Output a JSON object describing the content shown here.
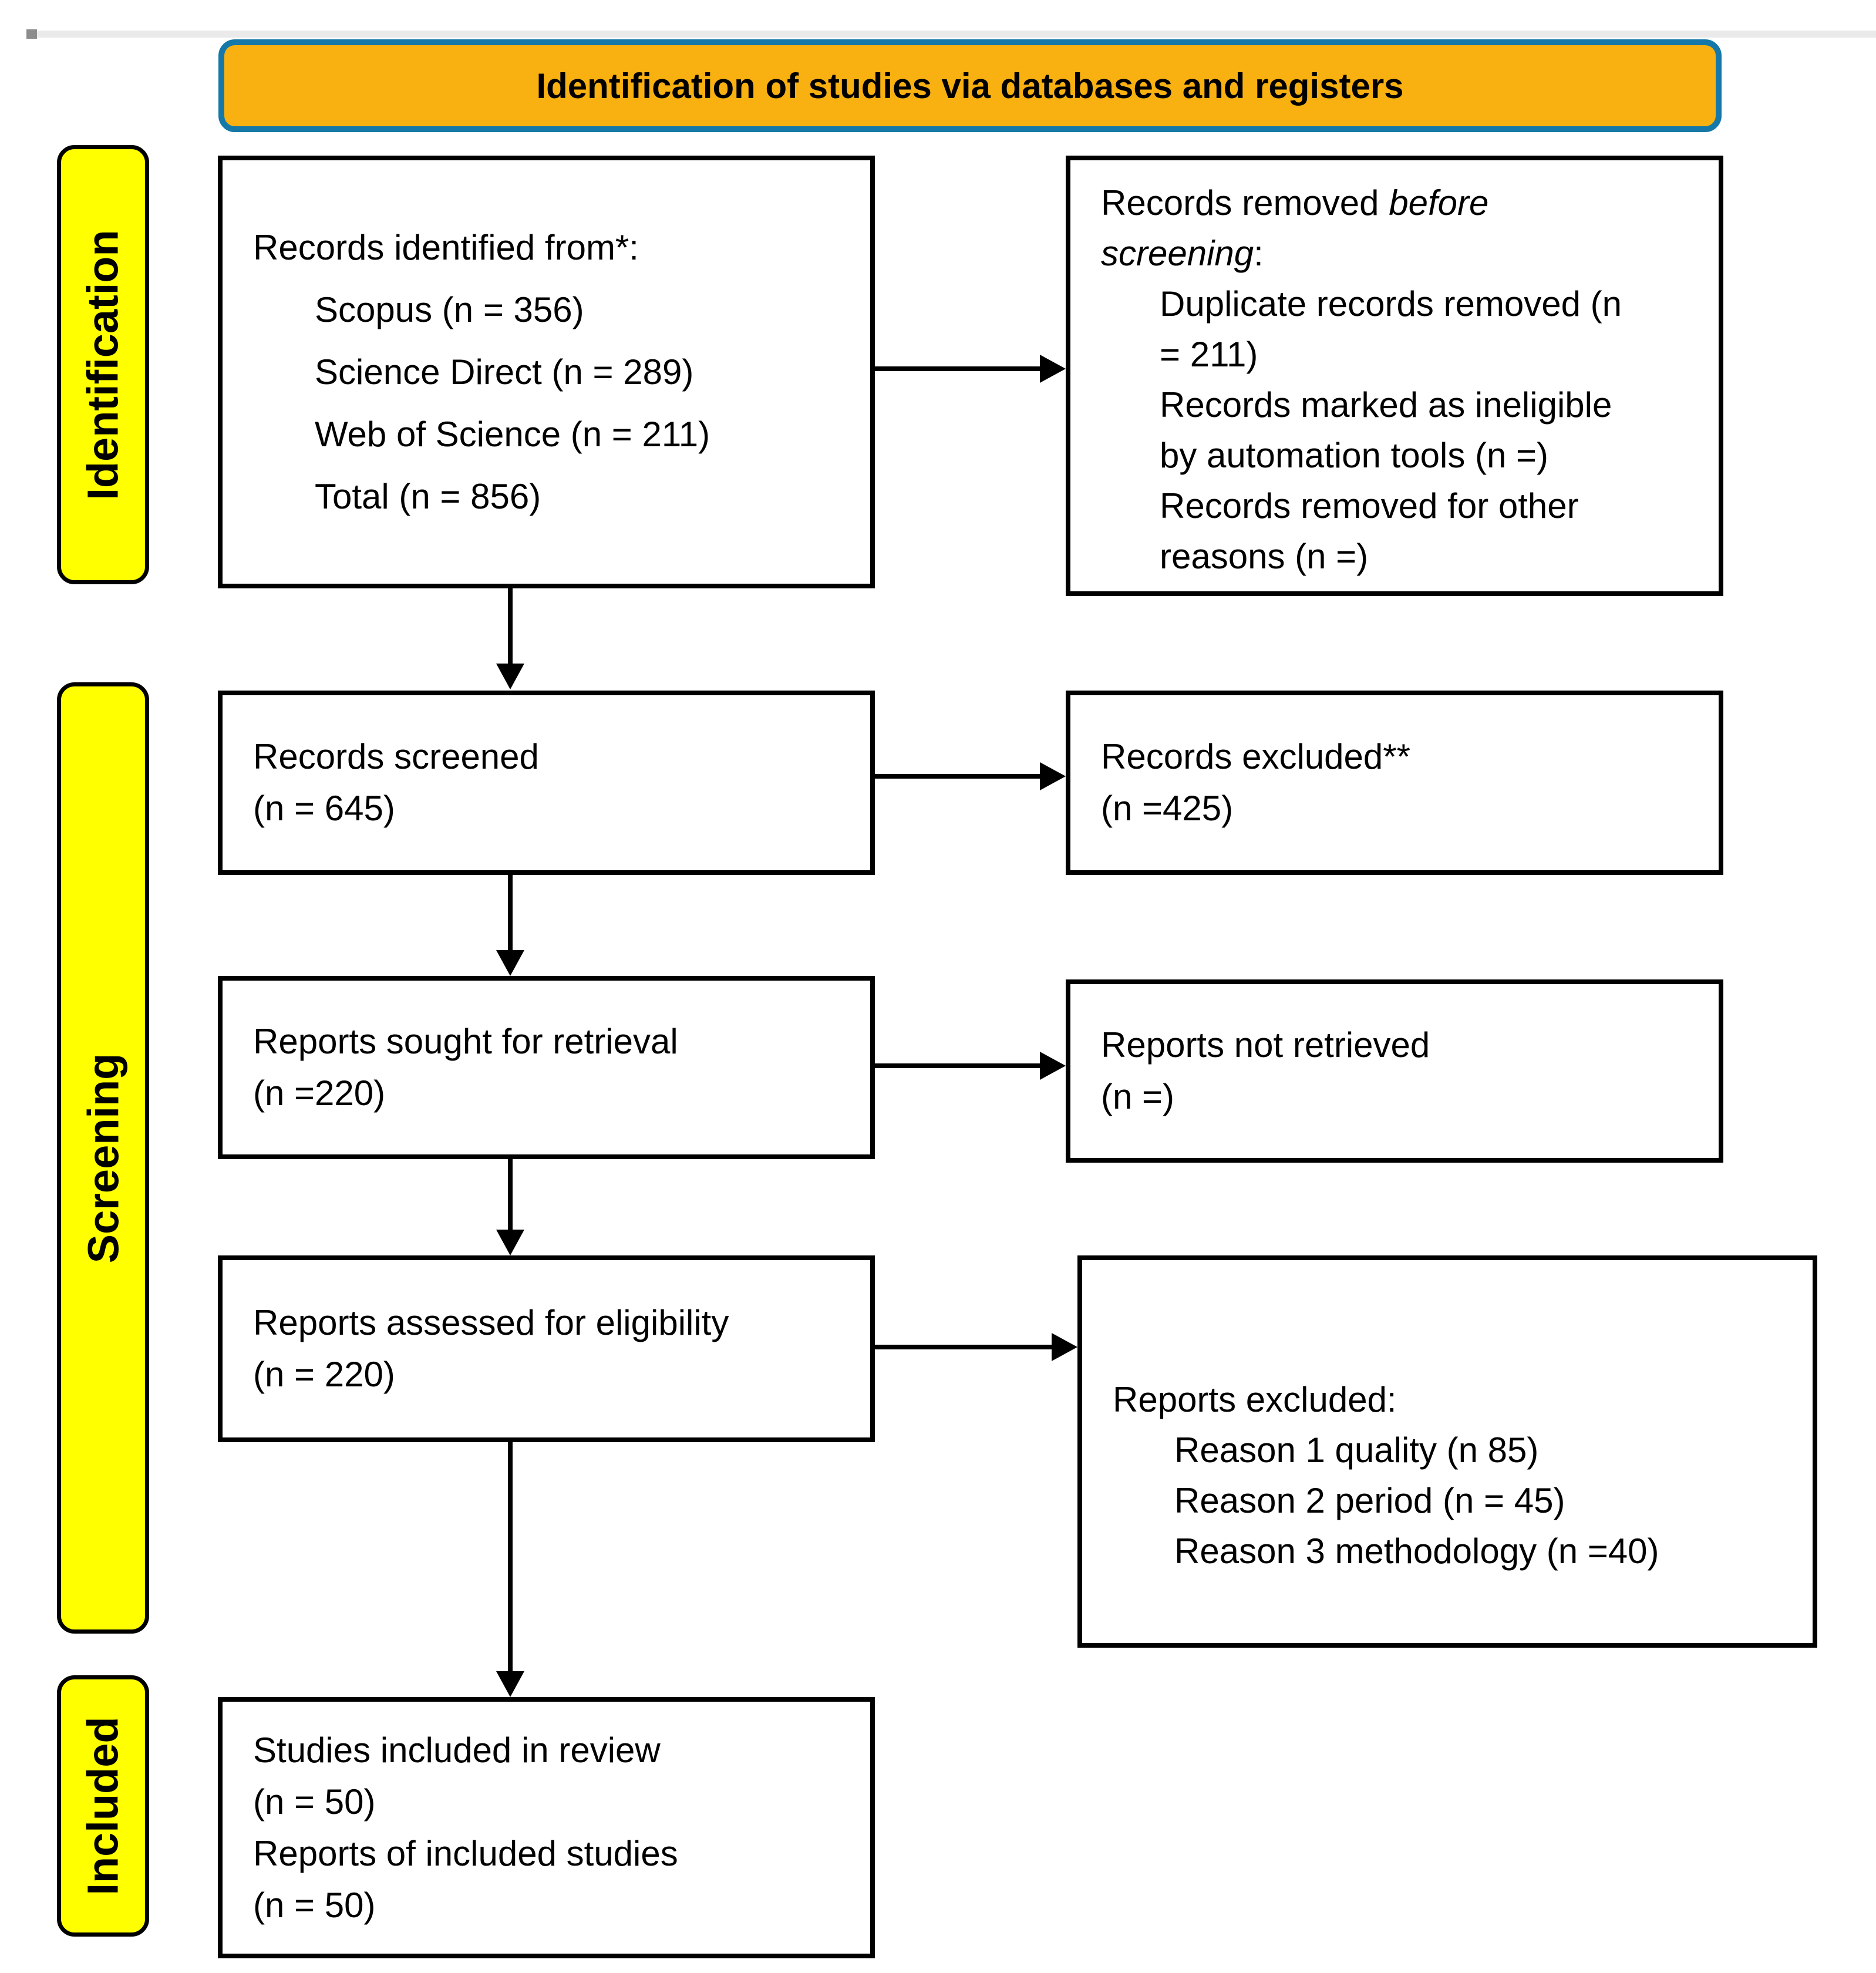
{
  "title_banner": {
    "label": "Identification of studies via databases and registers"
  },
  "stages": [
    {
      "label": "Identification"
    },
    {
      "label": "Screening"
    },
    {
      "label": "Included"
    }
  ],
  "boxes": {
    "records_identified": {
      "title": "Records identified from*:",
      "items": [
        "Scopus (n = 356)",
        "Science Direct (n = 289)",
        "Web of Science (n = 211)",
        "Total (n = 856)"
      ]
    },
    "records_removed": {
      "title_prefix": "Records removed ",
      "title_italic": "before\nscreening",
      "title_suffix": ":",
      "items": [
        "Duplicate records removed (n\n= 211)",
        "Records marked as ineligible\nby automation tools (n =)",
        "Records removed for other\nreasons (n =)"
      ]
    },
    "records_screened": {
      "text": "Records screened\n(n = 645)"
    },
    "records_excluded": {
      "text": "Records excluded**\n(n =425)"
    },
    "reports_sought": {
      "text": "Reports sought for retrieval\n(n =220)"
    },
    "reports_not_retrieved": {
      "text": "Reports not retrieved\n(n =)"
    },
    "reports_assessed": {
      "text": "Reports assessed for eligibility\n(n = 220)"
    },
    "reports_excluded": {
      "title": "Reports excluded:",
      "items": [
        "Reason 1 quality (n 85)",
        "Reason 2 period (n = 45)",
        "Reason 3 methodology (n =40)"
      ]
    },
    "studies_included": {
      "text": "Studies included in review\n(n = 50)\nReports of included studies\n(n = 50)"
    }
  },
  "colors": {
    "banner_fill": "#F9B011",
    "banner_border": "#1578A8",
    "stage_fill": "#FFFF00",
    "stage_border": "#000000",
    "box_border": "#000000",
    "arrow": "#000000"
  }
}
